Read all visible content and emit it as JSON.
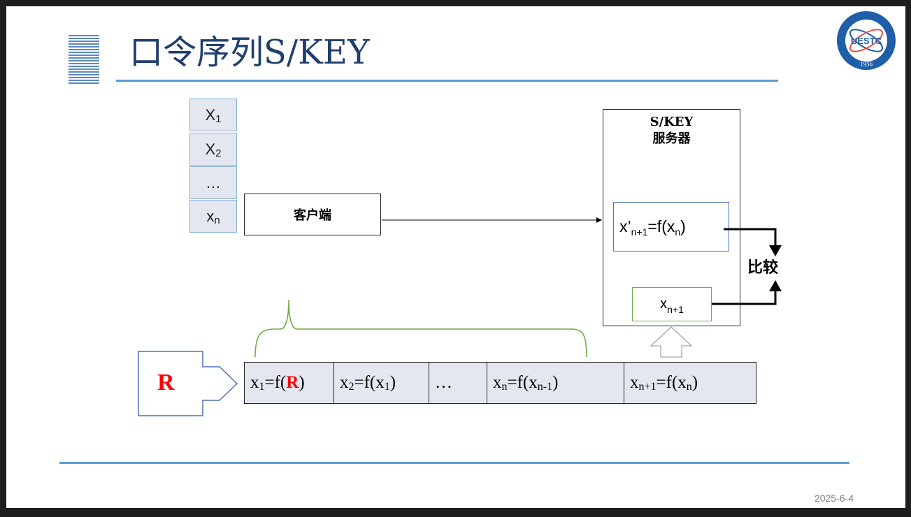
{
  "title": "口令序列S/KEY",
  "date": "2025-6-4",
  "logo": {
    "text": "UESTC",
    "year": "1956"
  },
  "sequence_stack": [
    {
      "base": "X",
      "sub": "1"
    },
    {
      "base": "X",
      "sub": "2"
    },
    {
      "base": "…",
      "sub": ""
    },
    {
      "base": "x",
      "sub": "n"
    }
  ],
  "client_label": "客户端",
  "server": {
    "title_line1": "S/KEY",
    "title_line2": "服务器",
    "computed": {
      "pre": "x’",
      "sub1": "n+1",
      "mid": "=f(x",
      "sub2": "n",
      "post": ")"
    },
    "stored": {
      "base": "x",
      "sub": "n+1"
    }
  },
  "compare_label": "比较",
  "seed_label": "R",
  "chain": [
    {
      "a": "x",
      "a_sub": "1",
      "b": "=f(",
      "c": "R",
      "d": ")",
      "seed": true
    },
    {
      "a": "x",
      "a_sub": "2",
      "b": "=f(x",
      "b_sub": "1",
      "d": ")"
    },
    {
      "a": "…"
    },
    {
      "a": "x",
      "a_sub": "n",
      "b": "=f(x",
      "b_sub": "n-1",
      "d": ")"
    },
    {
      "a": "x",
      "a_sub": "n+1",
      "b": "=f(x",
      "b_sub": "n",
      "d": ")"
    }
  ]
}
